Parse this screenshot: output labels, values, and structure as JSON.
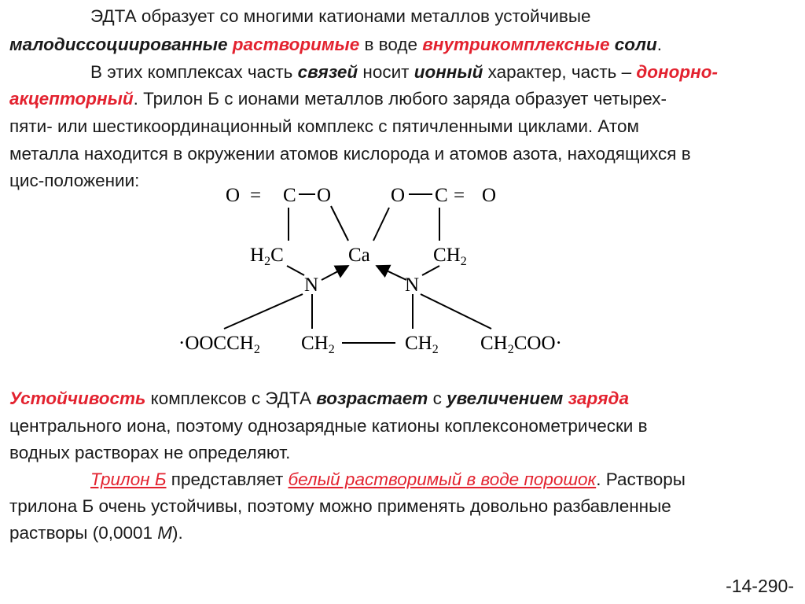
{
  "para1": {
    "l1": "ЭДТА образует со многими катионами металлов устойчивые",
    "l2a": "малодиссоциированные",
    "l2b": "растворимые",
    "l2c": " в воде ",
    "l2d": "внутрикомплексные",
    "l2e": "соли",
    "l2f": "."
  },
  "para2": {
    "l1a": "В этих комплексах часть ",
    "l1b": "связей",
    "l1c": " носит ",
    "l1d": "ионный",
    "l1e": " характер, часть – ",
    "l1f": "донорно-",
    "l2a": "акцепторный",
    "l2b": ". Трилон Б с ионами металлов любого заряда образует четырех-",
    "l3": "пяти- или шестикоординационный комплекс с пятичленными циклами. Атом",
    "l4": "металла находится в окружении атомов кислорода и атомов азота, находящихся в",
    "l5": "цис-положении:"
  },
  "diagram": {
    "o_left": "O",
    "eq_left": "=",
    "c_left": "C",
    "o_left2": "O",
    "o_right2": "O",
    "c_right": "C",
    "eq_right": "=",
    "o_right": "O",
    "h2c_left_h": "H",
    "h2c_left_2": "2",
    "h2c_left_c": "C",
    "ca": "Ca",
    "ch2_right_c": "CH",
    "ch2_right_2": "2",
    "n_left": "N",
    "n_right": "N",
    "ooc_left": "·OOCCH",
    "ooc_left_2": "2",
    "ch2_mid_left": "CH",
    "ch2_mid_left_2": "2",
    "ch2_mid_right": "CH",
    "ch2_mid_right_2": "2",
    "coo_right_a": "CH",
    "coo_right_2": "2",
    "coo_right_b": "COO·"
  },
  "para3": {
    "l1a": "Устойчивость",
    "l1b": " комплексов с ЭДТА ",
    "l1c": "возрастает",
    "l1d": " с ",
    "l1e": "увеличением",
    "l1f": " ",
    "l1g": "заряда",
    "l2": "центрального иона, поэтому однозарядные катионы коплексонометрически в",
    "l3": "водных растворах не определяют."
  },
  "para4": {
    "l1a": "Трилон Б",
    "l1b": " представляет ",
    "l1c": "белый растворимый в воде порошок",
    "l1d": ". Растворы",
    "l2": "трилона Б очень устойчивы, поэтому можно применять довольно разбавленные",
    "l3a": "растворы (0,0001 ",
    "l3b": "М",
    "l3c": ")."
  },
  "page_number": "-14-290-"
}
